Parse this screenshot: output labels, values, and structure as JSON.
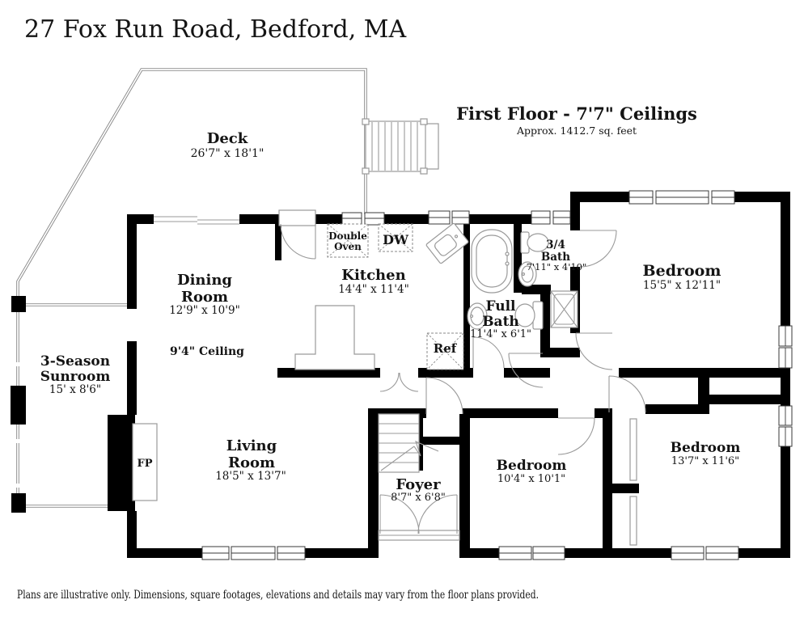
{
  "header": {
    "title": "27 Fox Run Road, Bedford, MA",
    "floor_title": "First Floor - 7'7\" Ceilings",
    "floor_subtitle": "Approx. 1412.7 sq. feet"
  },
  "rooms": {
    "deck": {
      "name": "Deck",
      "dims": "26'7\" x 18'1\""
    },
    "dining": {
      "line1": "Dining",
      "line2": "Room",
      "dims": "12'9\" x 10'9\""
    },
    "sunroom": {
      "line1": "3-Season",
      "line2": "Sunroom",
      "dims": "15' x 8'6\""
    },
    "kitchen": {
      "name": "Kitchen",
      "dims": "14'4\" x 11'4\""
    },
    "living": {
      "line1": "Living",
      "line2": "Room",
      "dims": "18'5\" x 13'7\""
    },
    "foyer": {
      "name": "Foyer",
      "dims": "8'7\" x 6'8\""
    },
    "full_bath": {
      "line1": "Full",
      "line2": "Bath",
      "dims": "11'4\" x 6'1\""
    },
    "three_quarter_bath": {
      "line1": "3/4",
      "line2": "Bath",
      "dims": "7'11\" x 4'10\""
    },
    "bedroom_top_right": {
      "name": "Bedroom",
      "dims": "15'5\" x 12'11\""
    },
    "bedroom_middle": {
      "name": "Bedroom",
      "dims": "10'4\" x 10'1\""
    },
    "bedroom_bottom_right": {
      "name": "Bedroom",
      "dims": "13'7\" x 11'6\""
    }
  },
  "annotations": {
    "ceiling_note": "9'4\" Ceiling",
    "fireplace": "FP",
    "double_oven_line1": "Double",
    "double_oven_line2": "Oven",
    "dishwasher": "DW",
    "refrigerator": "Ref"
  },
  "footer": {
    "disclaimer": "Plans are illustrative only. Dimensions, square footages, elevations and details may vary from the floor plans provided."
  },
  "colors": {
    "wall": "#000000",
    "thin_line": "#8a8a8a",
    "fixture_line": "#9a9a9a",
    "text": "#141414",
    "background": "#ffffff"
  }
}
